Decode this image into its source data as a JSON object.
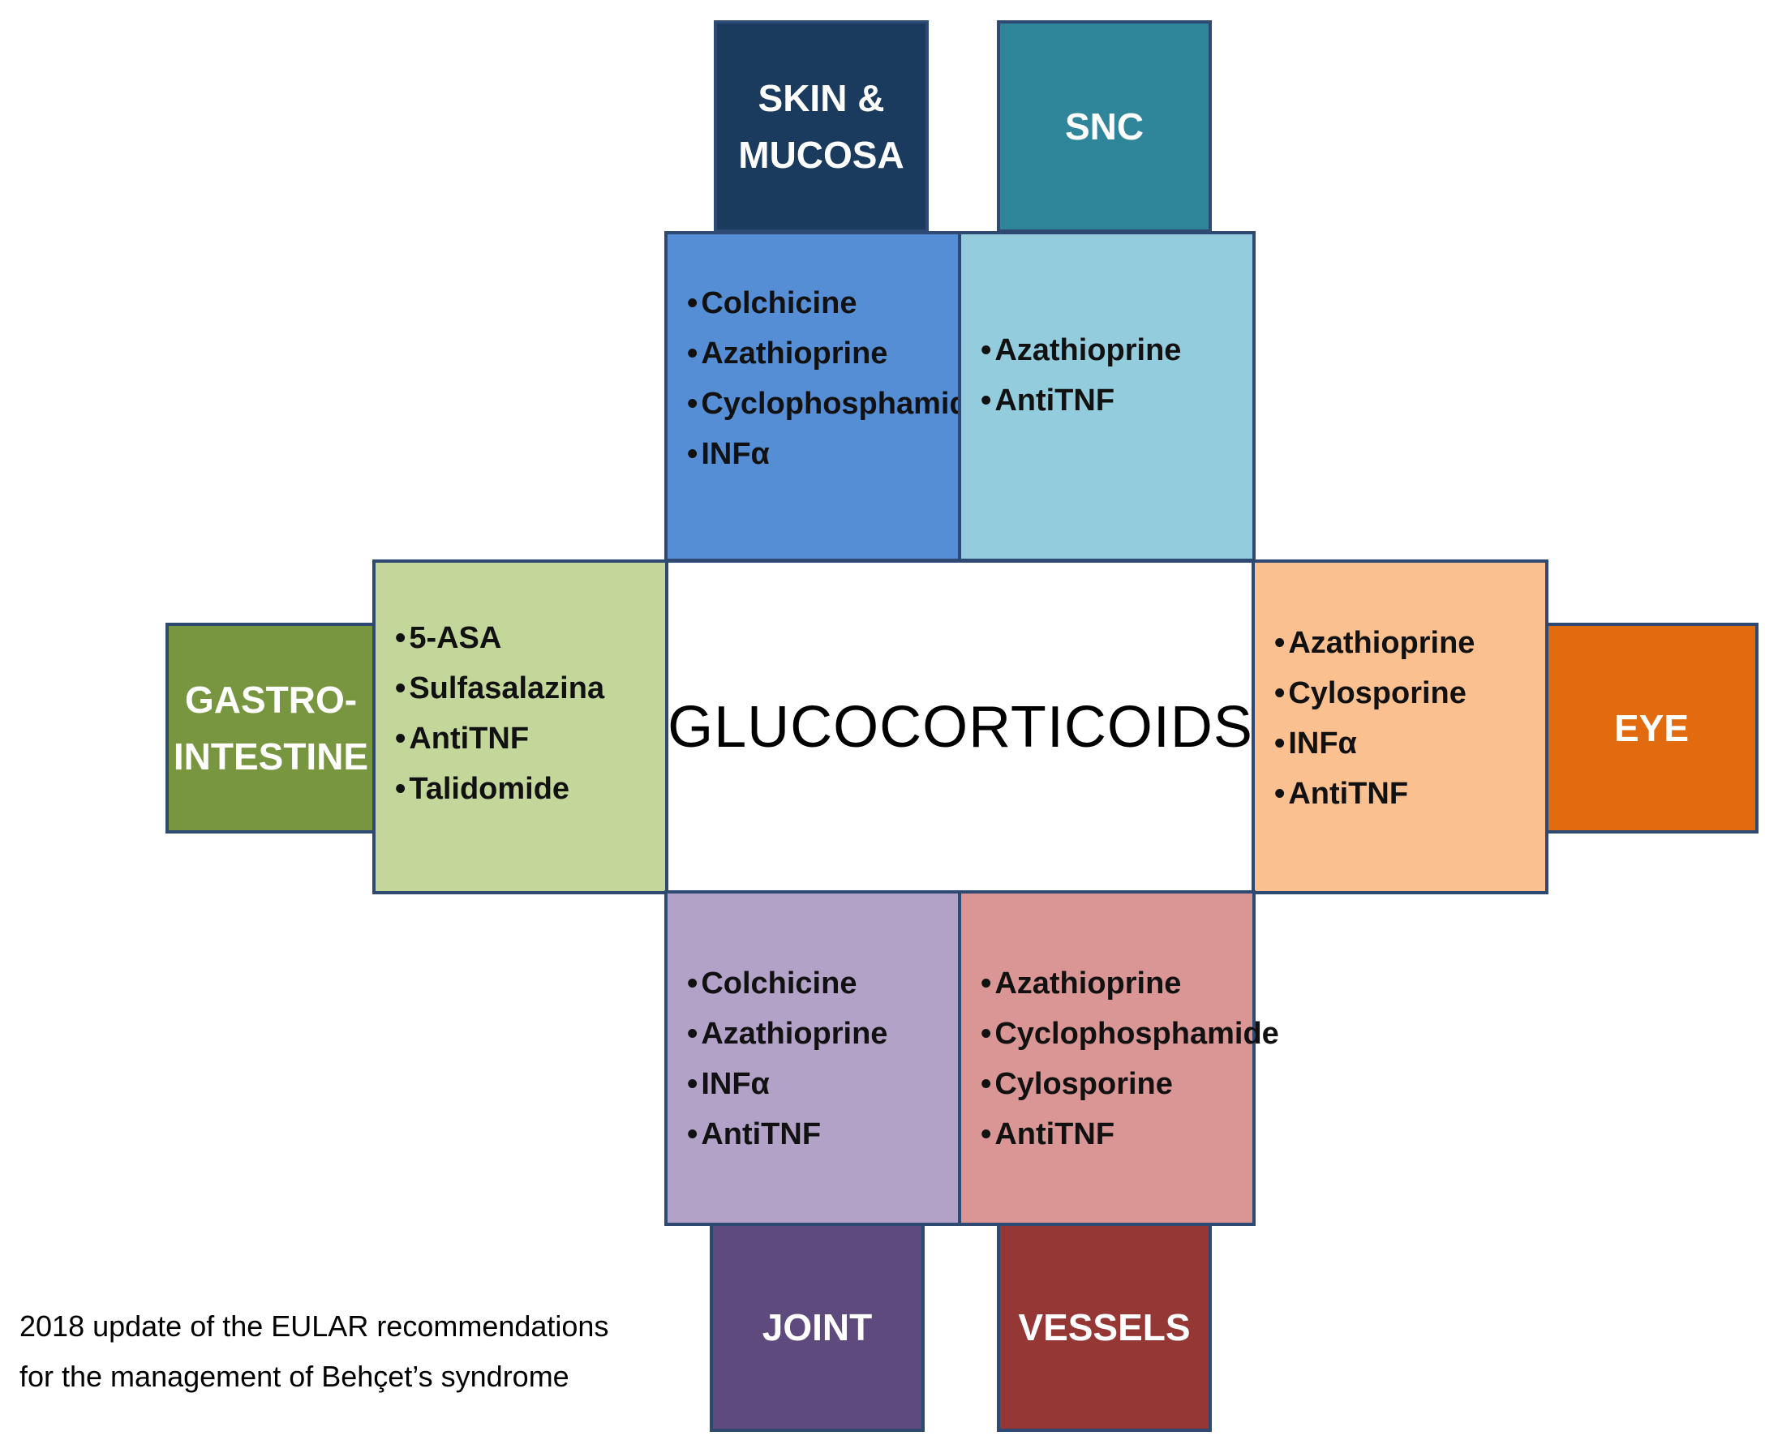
{
  "center": {
    "label": "GLUCOCORTICOIDS"
  },
  "organs": {
    "skin": {
      "line1": "SKIN  &",
      "line2": "MUCOSA",
      "color": "#1a3a5e"
    },
    "snc": {
      "label": "SNC",
      "color": "#2f869b"
    },
    "gastro": {
      "line1": "GASTRO-",
      "line2": "INTESTINE",
      "color": "#77963f"
    },
    "eye": {
      "label": "EYE",
      "color": "#e26b10"
    },
    "joint": {
      "label": "JOINT",
      "color": "#5e4a7d"
    },
    "vessels": {
      "label": "VESSELS",
      "color": "#953735"
    }
  },
  "treatments": {
    "skin": {
      "items": [
        "Colchicine",
        "Azathioprine",
        "Cyclophosphamide",
        "INFα"
      ],
      "color": "#558ed5"
    },
    "snc": {
      "items": [
        "Azathioprine",
        "AntiTNF"
      ],
      "color": "#93cddd"
    },
    "gastro": {
      "items": [
        "5-ASA",
        "Sulfasalazina",
        "AntiTNF",
        "Talidomide"
      ],
      "color": "#c4d79b"
    },
    "eye": {
      "items": [
        "Azathioprine",
        "Cylosporine",
        "INFα",
        "AntiTNF"
      ],
      "color": "#fac090"
    },
    "joint": {
      "items": [
        "Colchicine",
        "Azathioprine",
        "INFα",
        "AntiTNF"
      ],
      "color": "#b3a2c7"
    },
    "vessels": {
      "items": [
        "Azathioprine",
        "Cyclophosphamide",
        "Cylosporine",
        "AntiTNF"
      ],
      "color": "#d99694"
    }
  },
  "caption": {
    "line1": "2018 update of the EULAR recommendations",
    "line2": "for the management of Behçet’s syndrome"
  }
}
